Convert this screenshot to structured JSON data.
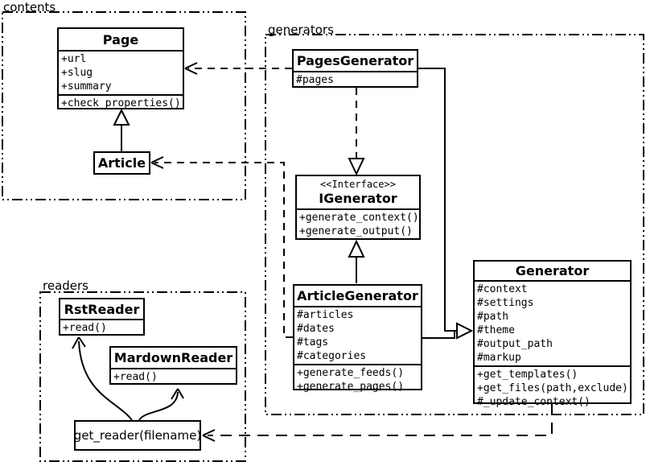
{
  "diagram_type": "uml-class-diagram",
  "colors": {
    "line": "#000000",
    "background": "#ffffff",
    "box_fill": "#ffffff",
    "text": "#000000"
  },
  "packages": {
    "contents": {
      "label": "contents"
    },
    "generators": {
      "label": "generators"
    },
    "readers": {
      "label": "readers"
    }
  },
  "classes": {
    "page": {
      "name": "Page",
      "attributes": [
        "+url",
        "+slug",
        "+summary"
      ],
      "methods": [
        "+check_properties()"
      ]
    },
    "article": {
      "name": "Article"
    },
    "pages_generator": {
      "name": "PagesGenerator",
      "attributes": [
        "#pages"
      ]
    },
    "igenerator": {
      "stereotype": "<<Interface>>",
      "name": "IGenerator",
      "methods": [
        "+generate_context()",
        "+generate_output()"
      ]
    },
    "article_generator": {
      "name": "ArticleGenerator",
      "attributes": [
        "#articles",
        "#dates",
        "#tags",
        "#categories"
      ],
      "methods": [
        "+generate_feeds()",
        "+generate_pages()"
      ]
    },
    "generator": {
      "name": "Generator",
      "attributes": [
        "#context",
        "#settings",
        "#path",
        "#theme",
        "#output_path",
        "#markup"
      ],
      "methods": [
        "+get_templates()",
        "+get_files(path,exclude)",
        "#_update_context()"
      ]
    },
    "rst_reader": {
      "name": "RstReader",
      "methods": [
        "+read()"
      ]
    },
    "mardown_reader": {
      "name": "MardownReader",
      "methods": [
        "+read()"
      ]
    },
    "get_reader": {
      "name": "get_reader(filename)"
    }
  },
  "relationships": [
    {
      "type": "inheritance",
      "from": "Article",
      "to": "Page"
    },
    {
      "type": "dependency",
      "from": "PagesGenerator",
      "to": "Page"
    },
    {
      "type": "dependency",
      "from": "ArticleGenerator",
      "to": "Article"
    },
    {
      "type": "realization",
      "from": "PagesGenerator",
      "to": "IGenerator"
    },
    {
      "type": "inheritance",
      "from": "ArticleGenerator",
      "to": "IGenerator"
    },
    {
      "type": "inheritance",
      "from": "PagesGenerator",
      "to": "Generator"
    },
    {
      "type": "inheritance",
      "from": "ArticleGenerator",
      "to": "Generator"
    },
    {
      "type": "dependency",
      "from": "Generator",
      "to": "get_reader(filename)"
    },
    {
      "type": "association",
      "from": "get_reader(filename)",
      "to": "RstReader"
    },
    {
      "type": "association",
      "from": "get_reader(filename)",
      "to": "MardownReader"
    }
  ]
}
